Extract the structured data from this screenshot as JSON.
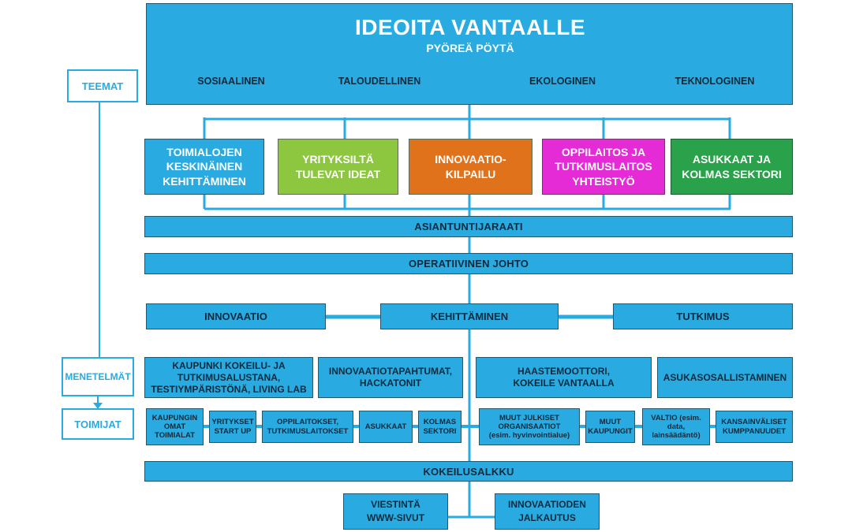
{
  "colors": {
    "primary_blue": "#29abe2",
    "dark_text": "#0c2a3d",
    "channel_green_light": "#8dc63f",
    "channel_orange": "#e0721c",
    "channel_magenta": "#e52bd6",
    "channel_green_dark": "#2aa14b",
    "connector_blue": "#29abe2",
    "label_box_text": "#29abe2"
  },
  "banner": {
    "title": "IDEOITA VANTAALLE",
    "subtitle": "PYÖREÄ PÖYTÄ",
    "themes": [
      "SOSIAALINEN",
      "TALOUDELLINEN",
      "EKOLOGINEN",
      "TEKNOLOGINEN"
    ]
  },
  "side_labels": {
    "themes": "TEEMAT",
    "methods": "MENETELMÄT",
    "actors": "TOIMIJAT"
  },
  "channels": [
    {
      "label": "TOIMIALOJEN\nKESKINÄINEN\nKEHITTÄMINEN",
      "color": "#29abe2"
    },
    {
      "label": "YRITYKSILTÄ\nTULEVAT IDEAT",
      "color": "#8dc63f"
    },
    {
      "label": "INNOVAATIO-\nKILPAILU",
      "color": "#e0721c"
    },
    {
      "label": "OPPILAITOS JA\nTUTKIMUSLAITOS\nYHTEISTYÖ",
      "color": "#e52bd6"
    },
    {
      "label": "ASUKKAAT JA\nKOLMAS SEKTORI",
      "color": "#2aa14b"
    }
  ],
  "bars": {
    "expert_panel": "ASIANTUNTIJARAATI",
    "operational_management": "OPERATIIVINEN JOHTO",
    "experiment_portfolio": "KOKEILUSALKKU"
  },
  "functions": [
    {
      "label": "INNOVAATIO"
    },
    {
      "label": "KEHITTÄMINEN"
    },
    {
      "label": "TUTKIMUS"
    }
  ],
  "methods": [
    {
      "label": "KAUPUNKI KOKEILU- JA\nTUTKIMUSALUSTANA,\nTESTIYMPÄRISTÖNÄ, LIVING LAB"
    },
    {
      "label": "INNOVAATIOTAPAHTUMAT,\nHACKATONIT"
    },
    {
      "label": "HAASTEMOOTTORI,\nKOKEILE VANTAALLA"
    },
    {
      "label": "ASUKASOSALLISTAMINEN"
    }
  ],
  "actors": [
    {
      "label": "KAUPUNGIN\nOMAT\nTOIMIALAT"
    },
    {
      "label": "YRITYKSET\nSTART UP"
    },
    {
      "label": "OPPILAITOKSET,\nTUTKIMUSLAITOKSET"
    },
    {
      "label": "ASUKKAAT"
    },
    {
      "label": "KOLMAS\nSEKTORI"
    },
    {
      "label": "MUUT JULKISET\nORGANISAATIOT\n(esim. hyvinvointialue)"
    },
    {
      "label": "MUUT\nKAUPUNGIT"
    },
    {
      "label": "VALTIO (esim.\ndata,\nlainsäädäntö)"
    },
    {
      "label": "KANSAINVÄLISET\nKUMPPANUUDET"
    }
  ],
  "bottom_boxes": [
    {
      "label": "VIESTINTÄ\nWWW-SIVUT"
    },
    {
      "label": "INNOVAATIODEN\nJALKAUTUS"
    }
  ]
}
